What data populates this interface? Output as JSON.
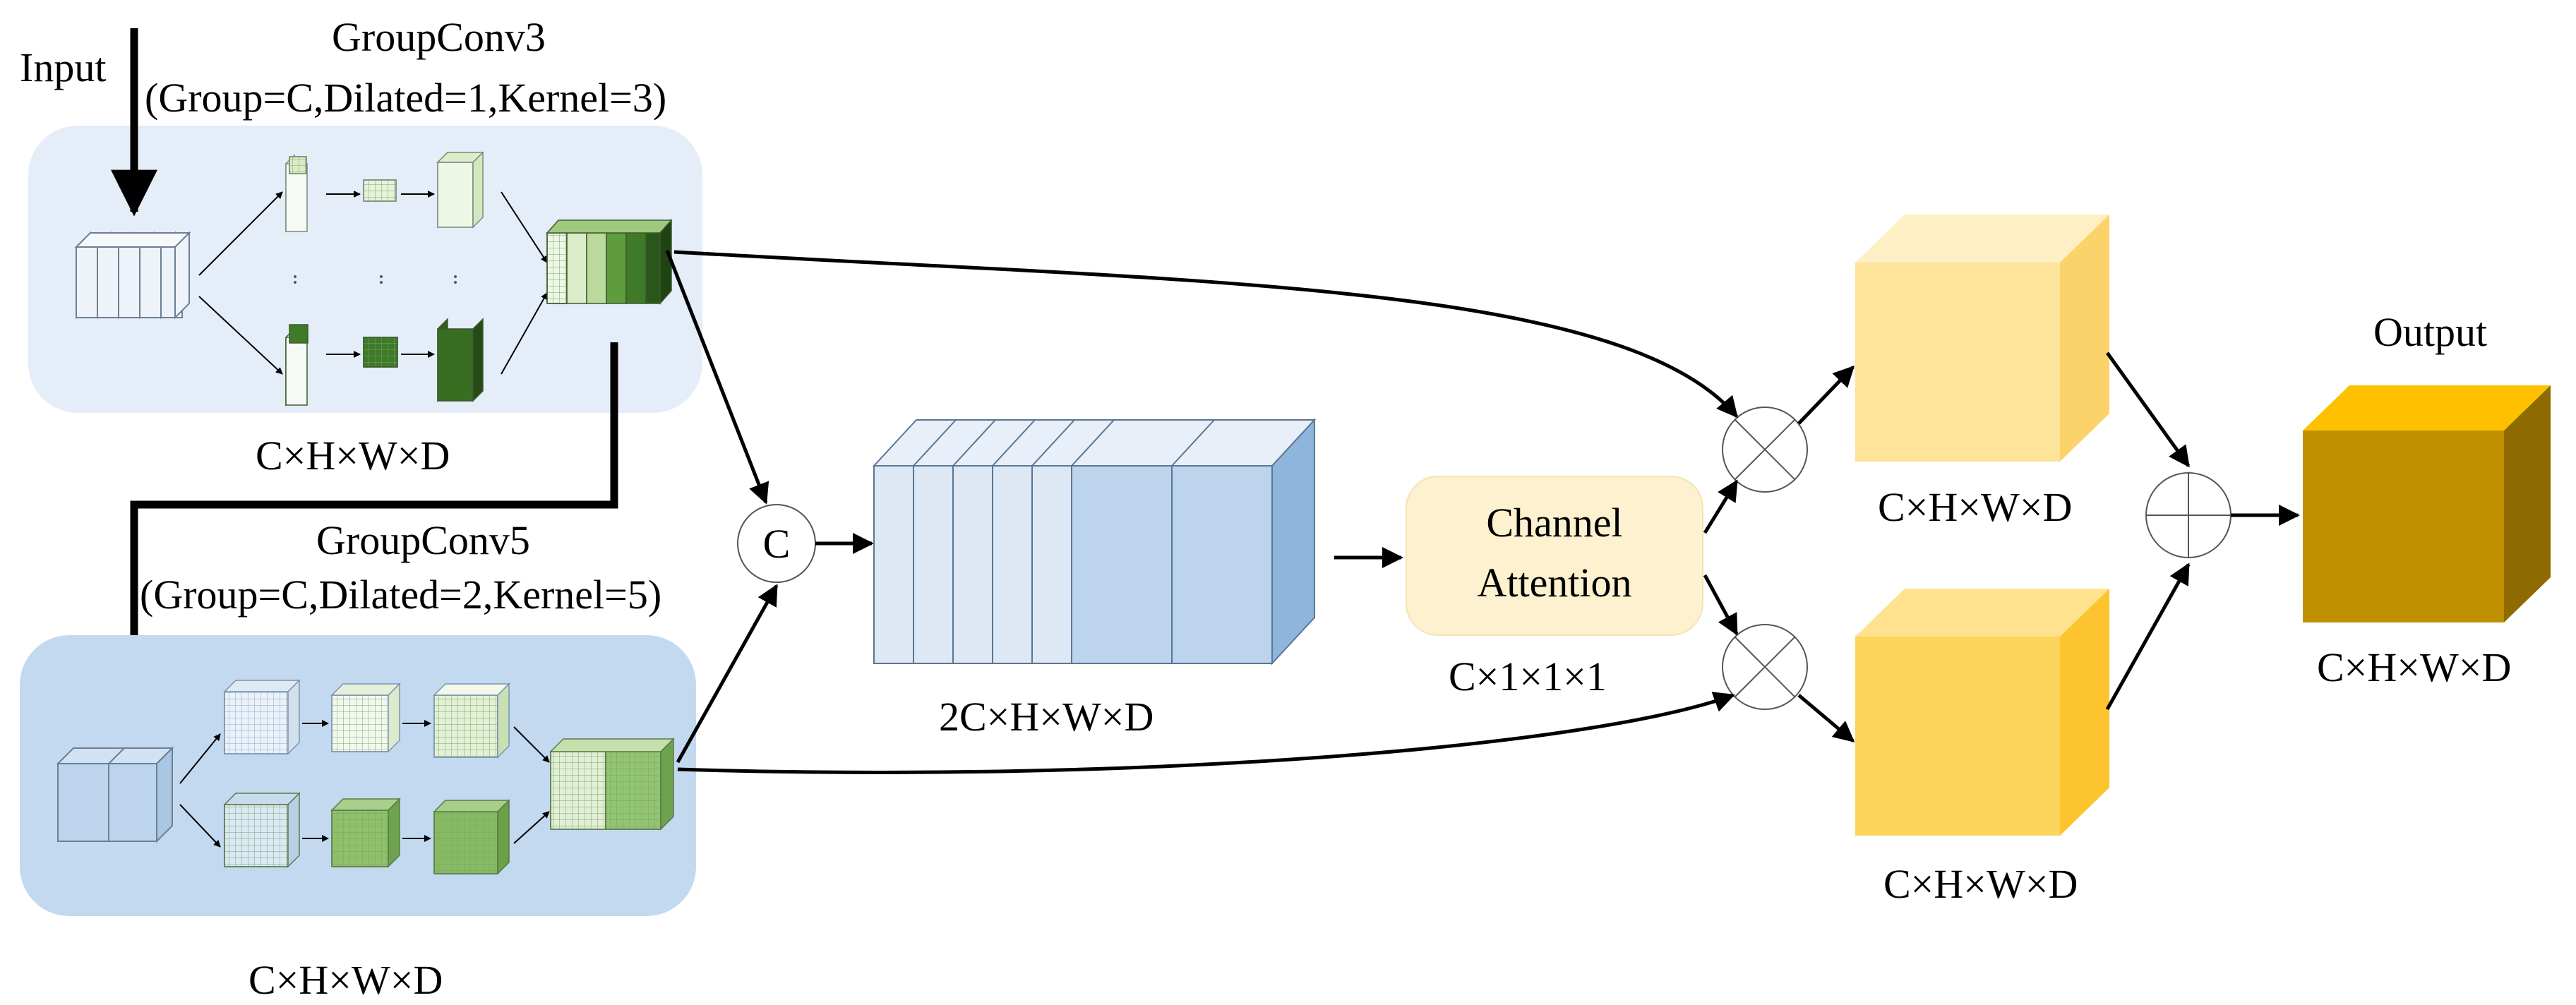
{
  "labels": {
    "input": "Input",
    "groupconv3_title": "GroupConv3",
    "groupconv3_params": "(Group=C,Dilated=1,Kernel=3)",
    "groupconv3_dim": "C×H×W×D",
    "groupconv5_title": "GroupConv5",
    "groupconv5_params": "(Group=C,Dilated=2,Kernel=5)",
    "groupconv5_dim": "C×H×W×D",
    "concat_symbol": "C",
    "concat_dim": "2C×H×W×D",
    "channel_attention_line1": "Channel",
    "channel_attention_line2": "Attention",
    "attention_dim": "C×1×1×1",
    "branch_top_dim": "C×H×W×D",
    "branch_bottom_dim": "C×H×W×D",
    "output": "Output",
    "output_dim": "C×H×W×D"
  },
  "colors": {
    "panel_top": "#e4edf8",
    "panel_bottom": "#c3d9ef",
    "attention_box": "#fdf1cf",
    "cube_top_branch": "#fde49a",
    "cube_bottom_branch": "#fdd45c",
    "cube_output": "#bf9000",
    "concat_front": "#dde8f4",
    "concat_back": "#bcd5ec",
    "green_dark": "#2f5f1e",
    "green_mid": "#5e9c3c",
    "green_light": "#c9e2b3"
  }
}
